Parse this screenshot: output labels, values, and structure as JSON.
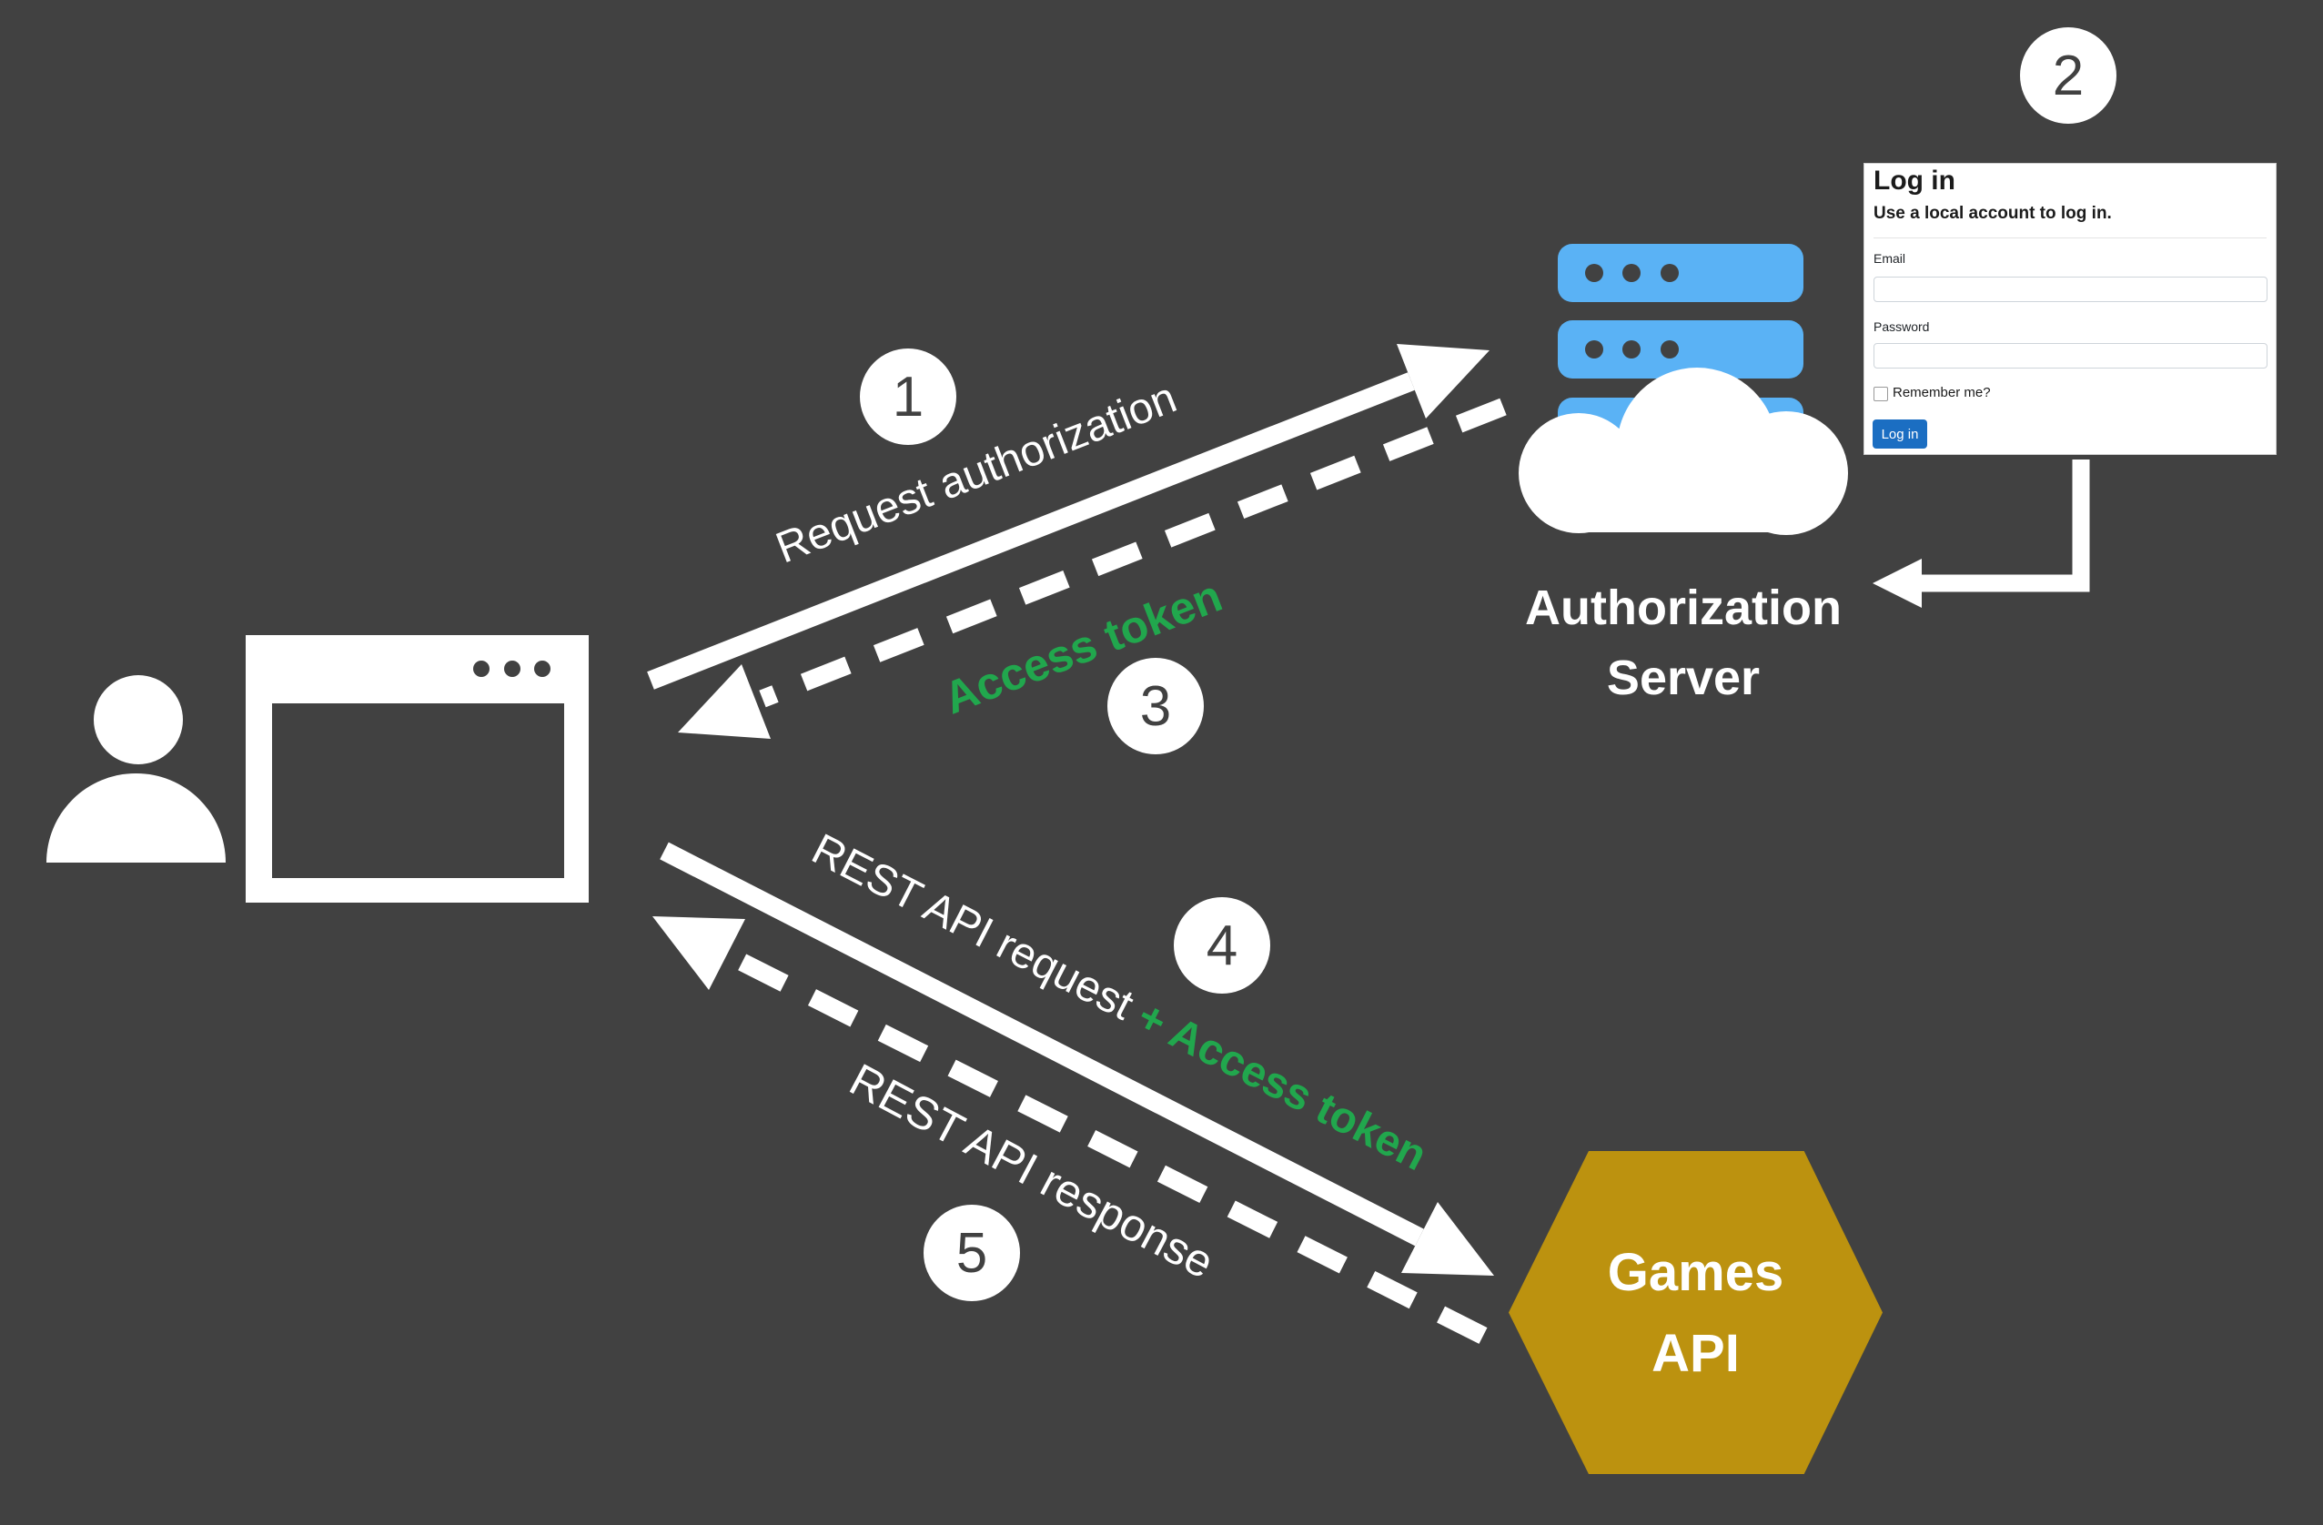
{
  "colors": {
    "background": "#414141",
    "white": "#ffffff",
    "server_blue": "#5ab2f5",
    "hexagon_gold": "#bc920f",
    "token_green": "#21a74d",
    "login_button_blue": "#1b6ec2"
  },
  "steps": [
    {
      "number": "1"
    },
    {
      "number": "2"
    },
    {
      "number": "3"
    },
    {
      "number": "4"
    },
    {
      "number": "5"
    }
  ],
  "flow_labels": {
    "request_authorization": "Request authorization",
    "access_token": "Access token",
    "rest_api_request": "REST API request ",
    "plus_access_token": "+ Access token",
    "rest_api_response": "REST API response"
  },
  "auth_server": {
    "label_line1": "Authorization",
    "label_line2": "Server"
  },
  "games_api": {
    "label_line1": "Games",
    "label_line2": "API"
  },
  "login": {
    "title": "Log in",
    "subtitle": "Use a local account to log in.",
    "email_label": "Email",
    "email_value": "",
    "password_label": "Password",
    "password_value": "",
    "remember_label": "Remember me?",
    "submit_label": "Log in"
  }
}
